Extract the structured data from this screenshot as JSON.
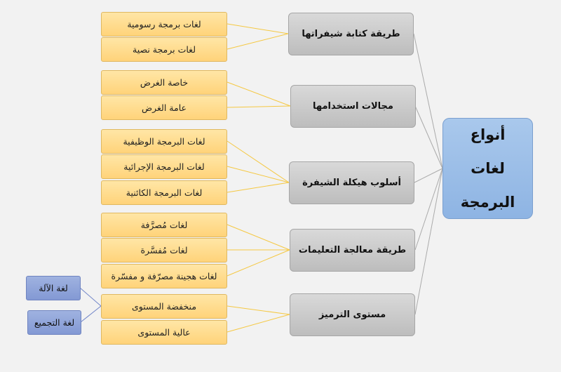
{
  "root": {
    "line1": "أنواع",
    "line2": "لغات",
    "line3": "البرمجة"
  },
  "categories": [
    {
      "label": "طريقة كتابة شيفراتها",
      "children": [
        "لغات برمجة رسومية",
        "لغات برمجة نصية"
      ]
    },
    {
      "label": "مجالات استخدامها",
      "children": [
        "خاصة الغرض",
        "عامة الغرض"
      ]
    },
    {
      "label": "أسلوب هيكلة الشيفرة",
      "children": [
        "لغات البرمجة الوظيفية",
        "لغات البرمجة الإجرائية",
        "لغات البرمجة الكائنية"
      ]
    },
    {
      "label": "طريقة معالجة التعليمات",
      "children": [
        "لغات مُصرَّفة",
        "لغات مُفسَّرة",
        "لغات هجينة مصرّفة و مفسّرة"
      ]
    },
    {
      "label": "مستوى الترميز",
      "children": [
        "منخفضة المستوى",
        "عالية المستوى"
      ]
    }
  ],
  "low_level_children": [
    "لغة الآلة",
    "لغة التجميع"
  ]
}
